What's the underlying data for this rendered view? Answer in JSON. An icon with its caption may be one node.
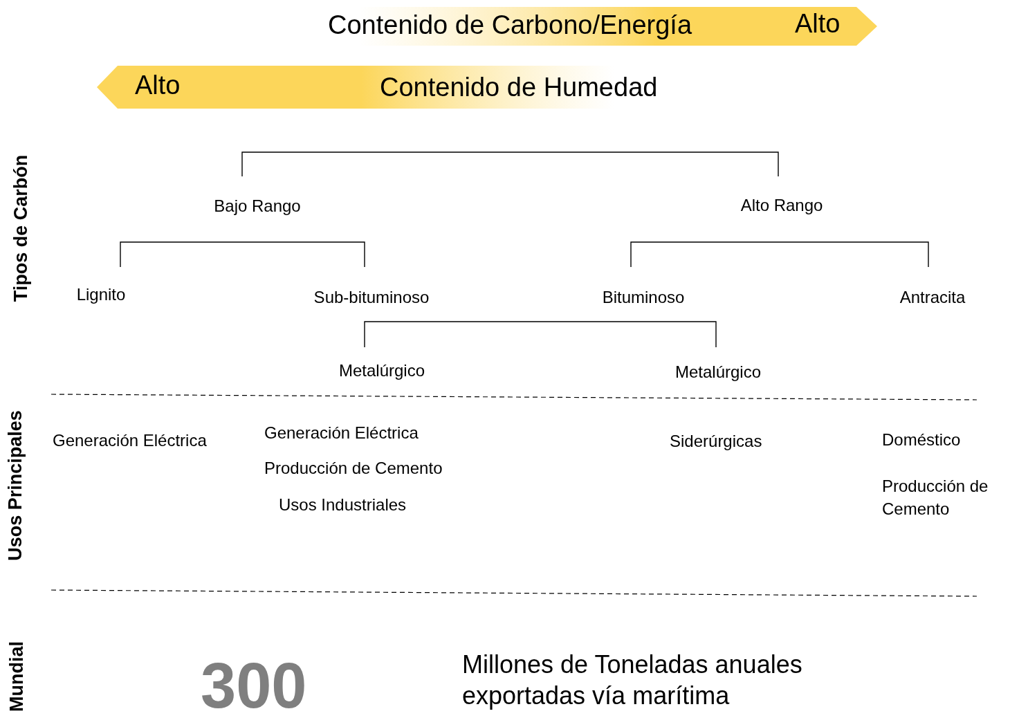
{
  "diagram": {
    "nodes": [
      {
        "text": [
          "Contenido de Carbono/Energía",
          "Alto"
        ]
      },
      {
        "text": [
          "Alto",
          "Contenido de Humedad"
        ]
      },
      {
        "text": [
          "Bajo Rango"
        ]
      },
      {
        "text": [
          "Alto Rango"
        ]
      },
      {
        "text": [
          "Lignito"
        ]
      },
      {
        "text": [
          "Sub-bituminoso"
        ]
      },
      {
        "text": [
          "Bituminoso"
        ]
      },
      {
        "text": [
          "Antracita"
        ]
      },
      {
        "text": [
          "Metalúrgico"
        ]
      },
      {
        "text": [
          "Metalúrgico"
        ]
      }
    ],
    "edges": [
      {
        "from": 2,
        "to": 3,
        "arrow": "none"
      },
      {
        "from": 4,
        "to": 5,
        "arrow": "none"
      },
      {
        "from": 6,
        "to": 7,
        "arrow": "none"
      },
      {
        "from": 8,
        "to": 9,
        "arrow": "none"
      }
    ],
    "labels": [
      "Tipos de Carbón",
      "Usos Principales",
      "Generación Eléctrica",
      "Generación Eléctrica",
      "Producción de Cemento",
      "Usos Industriales",
      "Siderúrgicas",
      "Doméstico",
      "Producción de Cemento",
      "Mundial",
      "300",
      "Millones de Toneladas anuales exportadas vía marítima"
    ]
  }
}
